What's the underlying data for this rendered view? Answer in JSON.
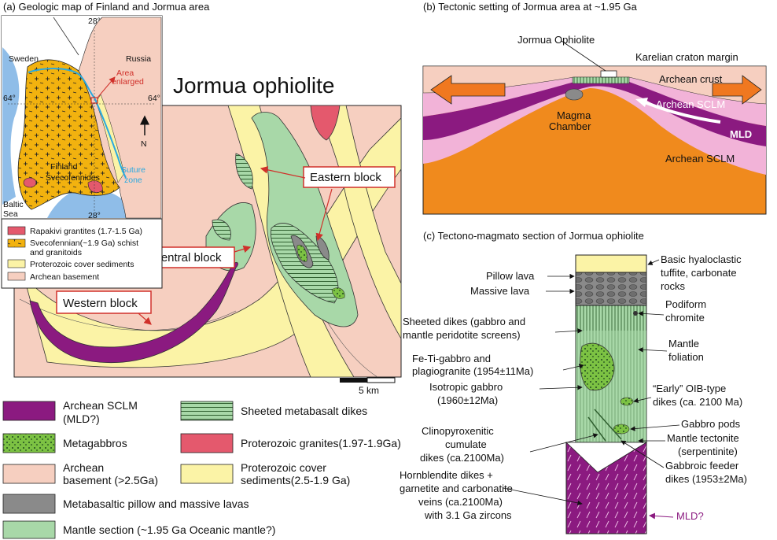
{
  "colors": {
    "archean_sclm": "#8b1a80",
    "metagabbro": "#7cc243",
    "archean_basement": "#f6cfc0",
    "proterozoic_granites": "#e4596d",
    "proterozoic_cover": "#fbf3a6",
    "pillow_lava": "#8a8a8a",
    "mantle_section": "#a8d8a8",
    "svecofennian": "#f2b20f",
    "rapakivi": "#e4596d",
    "baltic_sea": "#8fbde8",
    "orange_mantle": "#f08a1d",
    "pink_sclm": "#f2b3d8",
    "arrow_orange": "#f07820",
    "suture": "#2aa9e0",
    "label_red": "#d0302a"
  },
  "panel_a": {
    "heading": "(a) Geologic map of Finland and Jormua area",
    "map_title": "Jormua ophiolite",
    "scale_label": "5 km",
    "block_labels": {
      "eastern": "Eastern block",
      "central": "Central block",
      "western": "Western block"
    },
    "inset": {
      "sweden": "Sweden",
      "russia": "Russia",
      "finland": "Finland",
      "svecofennides": "Svecofennides",
      "suture_1": "Suture",
      "suture_2": "zone",
      "baltic_1": "Baltic",
      "baltic_2": "Sea",
      "area_1": "Area",
      "area_2": "enlarged",
      "lat_left": "64°",
      "lat_right": "64°",
      "lon_top": "28°",
      "lon_bottom": "28°",
      "north": "N",
      "legend": [
        {
          "label": "Rapakivi grantites (1.7-1.5 Ga)"
        },
        {
          "label": "Svecofennian(~1.9 Ga) schist"
        },
        {
          "label": "and granitoids"
        },
        {
          "label": "Proterozoic cover sediments"
        },
        {
          "label": "Archean basement"
        }
      ]
    }
  },
  "panel_b": {
    "heading": "(b) Tectonic setting of Jormua area  at ~1.95 Ga",
    "jormua_ophiolite": "Jormua Ophiolite",
    "karelian": "Karelian craton margin",
    "archean_crust": "Archean crust",
    "archean_sclm_1": "Archean SCLM",
    "archean_sclm_2": "Archean SCLM",
    "mld": "MLD",
    "magma_1": "Magma",
    "magma_2": "Chamber"
  },
  "panel_c": {
    "heading": "(c) Tectono-magmato section of Jormua ophiolite",
    "labels": {
      "basic_1": "Basic hyaloclastic",
      "basic_2": "tuffite, carbonate",
      "basic_3": "rocks",
      "pillow": "Pillow lava",
      "massive": "Massive lava",
      "podiform_1": "Podiform",
      "podiform_2": "chromite",
      "sheeted_1": "Sheeted dikes (gabbro and",
      "sheeted_2": "mantle peridotite screens)",
      "mantle_fol_1": "Mantle",
      "mantle_fol_2": "foliation",
      "feti_1": "Fe-Ti-gabbro and",
      "feti_2": "plagiogranite (1954±11Ma)",
      "iso_1": "Isotropic gabbro",
      "iso_2": "(1960±12Ma)",
      "oib_1": "“Early” OIB-type",
      "oib_2": "dikes (ca. 2100 Ma)",
      "gabbro_pods": "Gabbro pods",
      "tect_1": "Mantle tectonite",
      "tect_2": "(serpentinite)",
      "clino_1": "Clinopyroxenitic",
      "clino_2": "cumulate",
      "clino_3": "dikes (ca.2100Ma)",
      "feeder_1": "Gabbroic feeder",
      "feeder_2": "dikes (1953±2Ma)",
      "horn_1": "Hornblendite dikes +",
      "horn_2": "garnetite and carbonatite",
      "horn_3": "veins (ca.2100Ma)",
      "horn_4": "with 3.1 Ga zircons",
      "mld": "MLD?"
    }
  },
  "legend": [
    {
      "key": "archean_sclm",
      "line1": "Archean SCLM",
      "line2": "(MLD?)"
    },
    {
      "key": "sheeted",
      "line1": "Sheeted metabasalt dikes",
      "line2": ""
    },
    {
      "key": "metagabbro",
      "line1": "Metagabbros",
      "line2": ""
    },
    {
      "key": "prot_granites",
      "line1": "Proterozoic granites(1.97-1.9Ga)",
      "line2": ""
    },
    {
      "key": "archean_basement",
      "line1": "Archean",
      "line2": "basement (>2.5Ga)"
    },
    {
      "key": "prot_cover",
      "line1": "Proterozoic cover",
      "line2": "sediments(2.5-1.9 Ga)"
    },
    {
      "key": "pillow",
      "line1": "Metabasaltic pillow and massive lavas",
      "line2": ""
    },
    {
      "key": "mantle",
      "line1": "Mantle section (~1.95 Ga Oceanic mantle?)",
      "line2": ""
    }
  ]
}
